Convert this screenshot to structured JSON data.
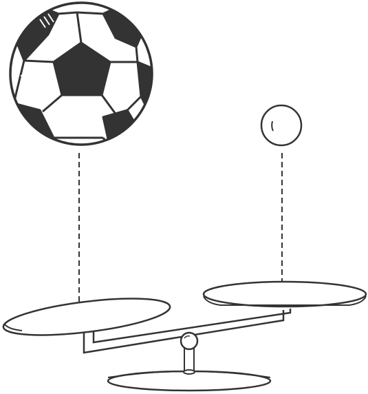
{
  "diagram": {
    "kind": "balance-scale-illustration",
    "objects": [
      {
        "name": "soccer-ball",
        "icon": "soccer-ball-icon",
        "side": "left"
      },
      {
        "name": "ping-pong-ball",
        "icon": "small-ball-icon",
        "side": "right"
      }
    ],
    "scale": {
      "left_pan": "lower",
      "right_pan": "higher"
    },
    "colors": {
      "stroke": "#333333",
      "fill_dark": "#333333",
      "background": "#ffffff"
    }
  }
}
